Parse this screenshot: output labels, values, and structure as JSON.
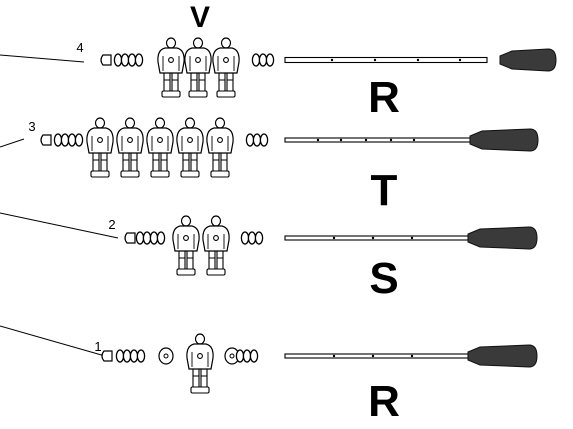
{
  "rods": [
    {
      "number": "1",
      "letter": "R",
      "figure_count": 1
    },
    {
      "number": "2",
      "letter": "S",
      "figure_count": 2
    },
    {
      "number": "3",
      "letter": "T",
      "figure_count": 5
    },
    {
      "number": "4",
      "letter": "R",
      "figure_count": 3
    }
  ],
  "top_label": "V",
  "colors": {
    "handle": "#3a3a3a",
    "line": "#000000",
    "figure_fill": "#ffffff"
  }
}
